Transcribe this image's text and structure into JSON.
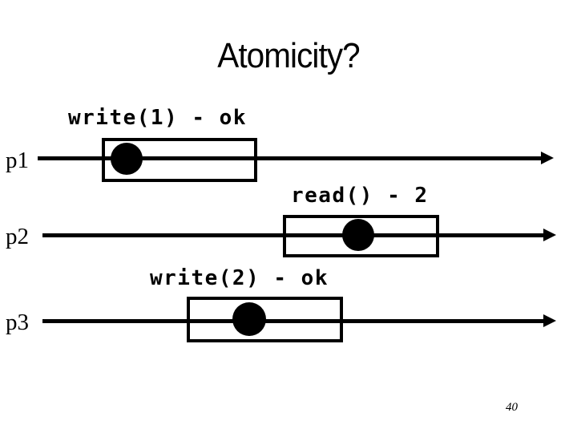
{
  "slide": {
    "title": "Atomicity?",
    "page_number": "40",
    "colors": {
      "background": "#ffffff",
      "ink": "#000000"
    },
    "timelines": [
      {
        "process": "p1",
        "operation_label": "write(1) - ok"
      },
      {
        "process": "p2",
        "operation_label": "read() - 2"
      },
      {
        "process": "p3",
        "operation_label": "write(2) - ok"
      }
    ]
  }
}
